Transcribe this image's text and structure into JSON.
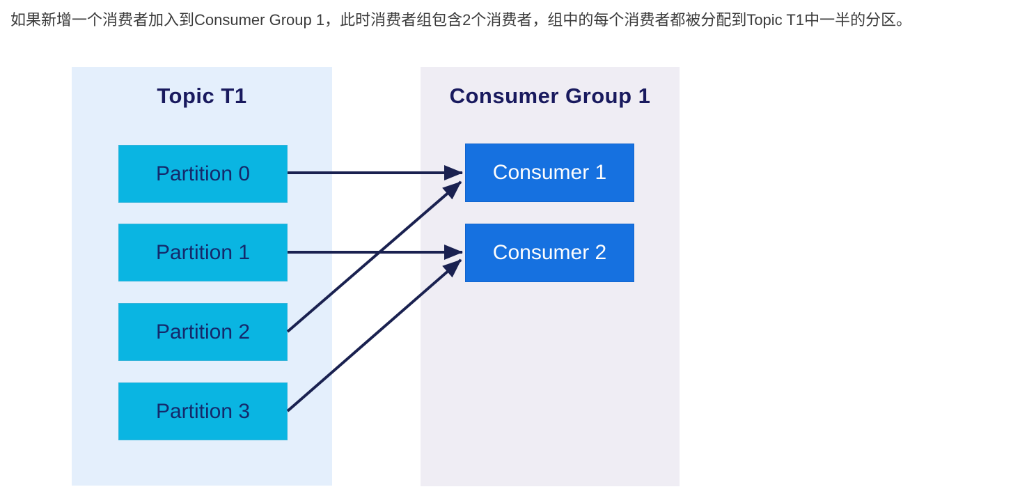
{
  "caption": "如果新增一个消费者加入到Consumer Group 1，此时消费者组包含2个消费者，组中的每个消费者都被分配到Topic T1中一半的分区。",
  "diagram": {
    "topic_panel": {
      "title": "Topic T1",
      "partitions": [
        {
          "label": "Partition 0"
        },
        {
          "label": "Partition 1"
        },
        {
          "label": "Partition 2"
        },
        {
          "label": "Partition 3"
        }
      ]
    },
    "consumer_panel": {
      "title": "Consumer Group 1",
      "consumers": [
        {
          "label": "Consumer 1"
        },
        {
          "label": "Consumer 2"
        }
      ]
    },
    "assignments": [
      {
        "from": "Partition 0",
        "to": "Consumer 1"
      },
      {
        "from": "Partition 1",
        "to": "Consumer 2"
      },
      {
        "from": "Partition 2",
        "to": "Consumer 1"
      },
      {
        "from": "Partition 3",
        "to": "Consumer 2"
      }
    ],
    "colors": {
      "caption_text": "#3b3b3b",
      "topic_panel_bg": "#e4effc",
      "consumer_panel_bg": "#efedf4",
      "partition_box": "#0ab5e2",
      "partition_border": "#35b4da",
      "partition_text": "#14296b",
      "consumer_box": "#1671e0",
      "consumer_border": "#1264cd",
      "consumer_text": "#fdfdfd",
      "title_text": "#191a5e",
      "arrow": "#1a2150"
    }
  }
}
